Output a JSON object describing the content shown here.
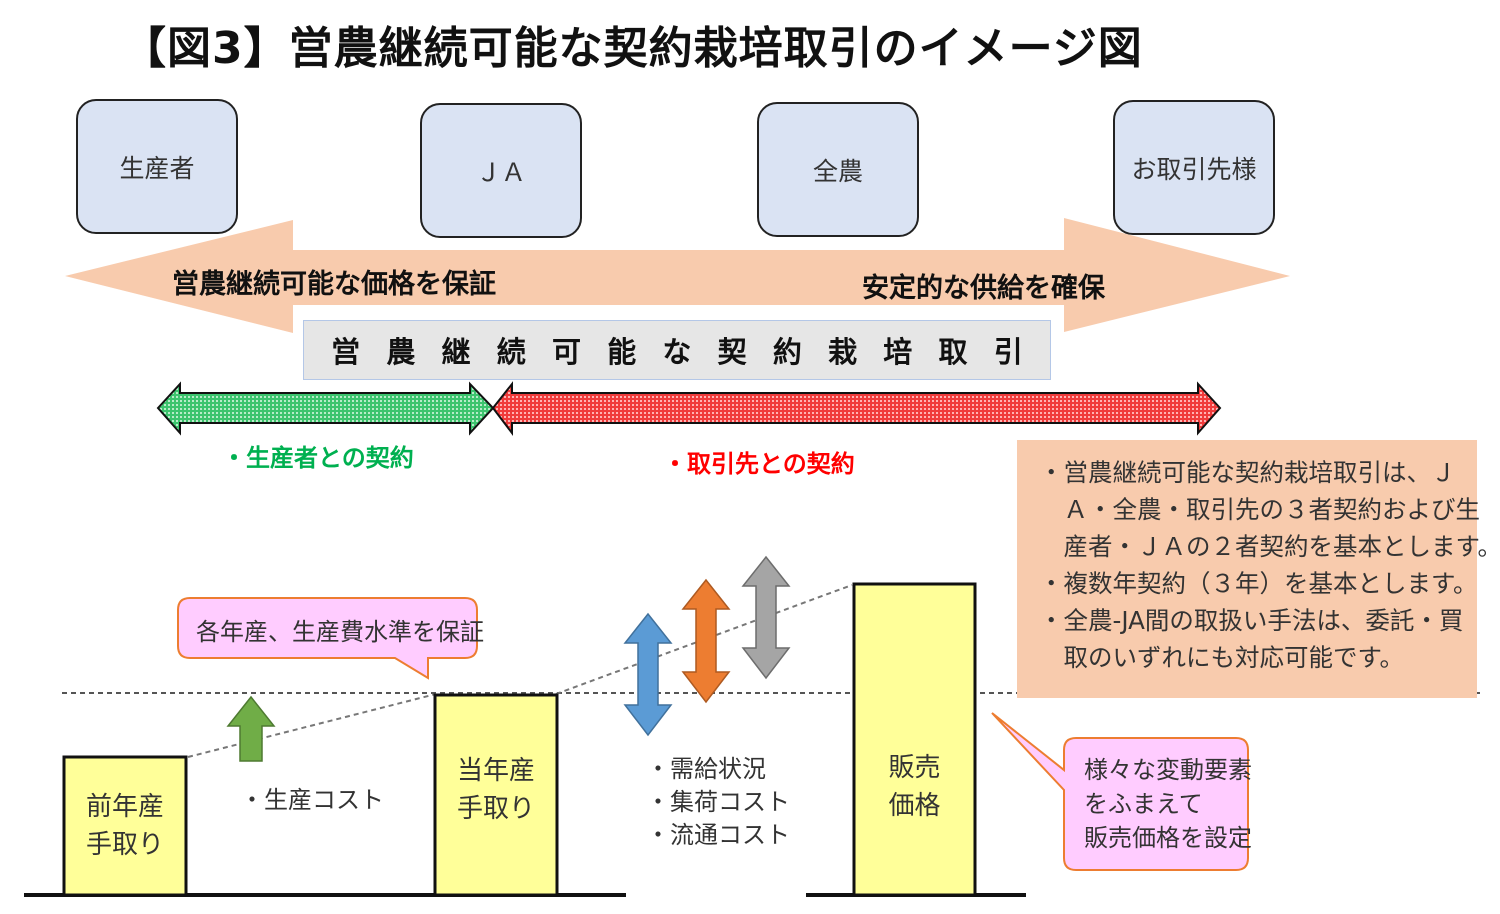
{
  "title": "【図3】営農継続可能な契約栽培取引のイメージ図",
  "parties": [
    {
      "label": "生産者"
    },
    {
      "label": "ＪＡ"
    },
    {
      "label": "全農"
    },
    {
      "label": "お取引先様"
    }
  ],
  "flows": {
    "left_arrow_label": "営農継続可能な価格を保証",
    "right_arrow_label": "安定的な供給を確保"
  },
  "contract_bar": {
    "chars": [
      "営",
      "農",
      "継",
      "続",
      "可",
      "能",
      "な",
      "契",
      "約",
      "栽",
      "培",
      "取",
      "引"
    ]
  },
  "contracts": {
    "producer": "・生産者との契約",
    "partner": "・取引先との契約"
  },
  "notes": [
    "・営農継続可能な契約栽培取引は、Ｊ",
    "　Ａ・全農・取引先の３者契約および生",
    "　産者・ＪＡの２者契約を基本とします。",
    "・複数年契約（３年）を基本とします。",
    "・全農‐JA間の取扱い手法は、委託・買",
    "　取のいずれにも対応可能です。"
  ],
  "callouts": {
    "cost_guarantee": "各年産、生産費水準を保証",
    "sales_price": [
      "様々な変動要素",
      "をふまえて",
      "販売価格を設定"
    ]
  },
  "bars": [
    {
      "label": [
        "前年産",
        "手取り"
      ]
    },
    {
      "label": [
        "当年産",
        "手取り"
      ]
    },
    {
      "label": [
        "販売",
        "価格"
      ]
    }
  ],
  "factors": {
    "production": "・生産コスト",
    "market": [
      "・需給状況",
      "・集荷コスト",
      "・流通コスト"
    ]
  },
  "colors": {
    "party_fill": "#dae3f3",
    "flow_arrow": "#f8cbad",
    "producer_contract": "#00b050",
    "partner_contract": "#ff0000",
    "bar_fill": "#ffff99",
    "callout_fill": "#ffccff",
    "callout_border": "#ed7d31",
    "up_arrow": "#70ad47",
    "blue_arrow": "#5b9bd5",
    "orange_arrow": "#ed7d31",
    "gray_arrow": "#a5a5a5"
  }
}
